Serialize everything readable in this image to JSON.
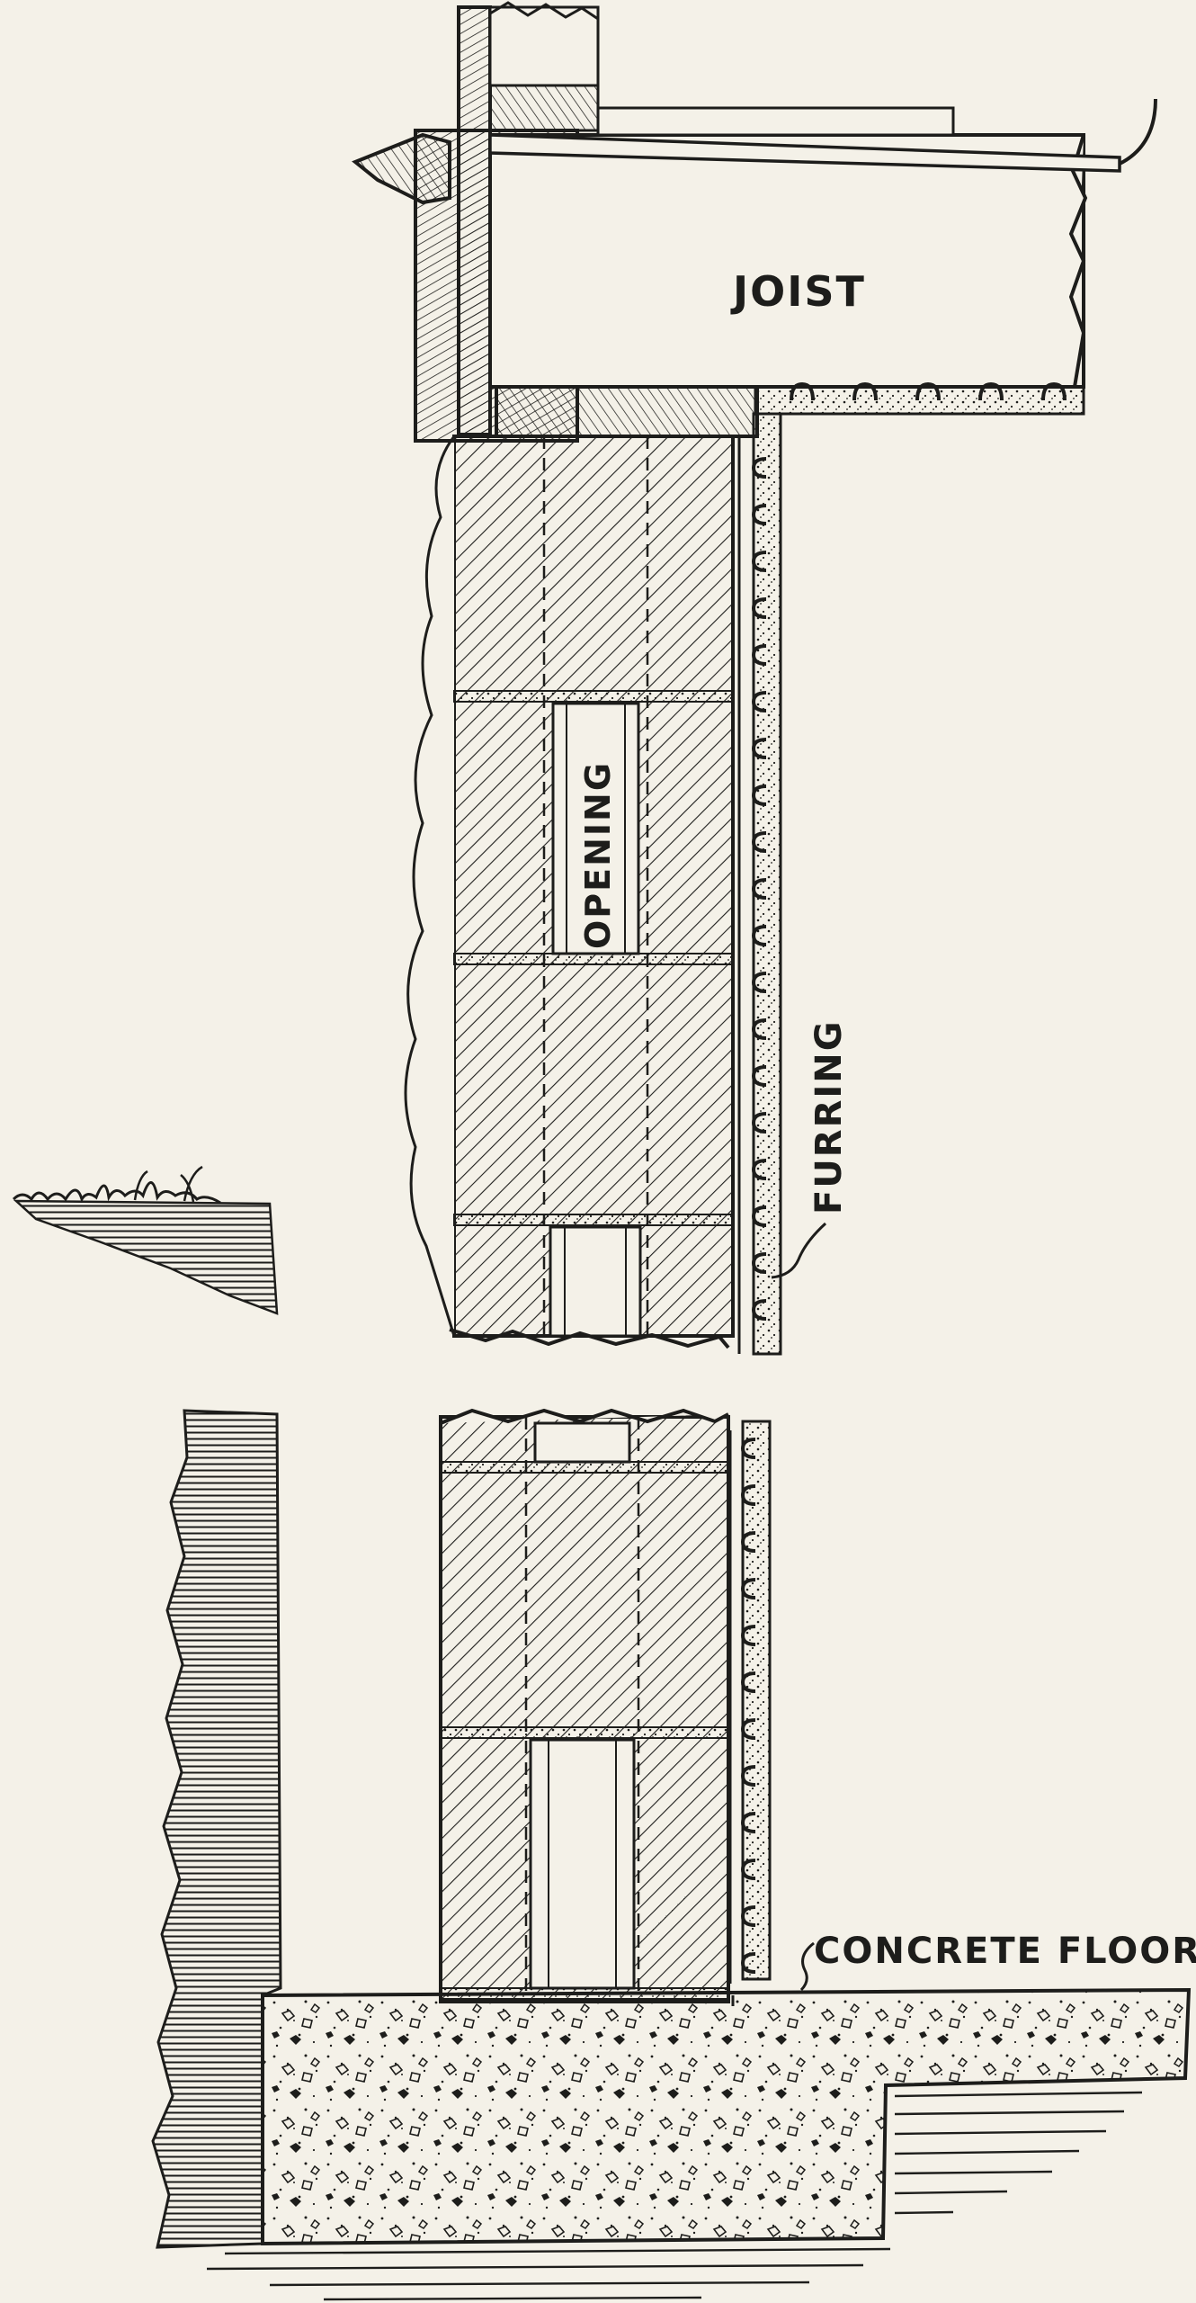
{
  "diagram": {
    "labels": {
      "joist": "Joist",
      "opening": "Opening",
      "furring": "Furring",
      "concrete_floor": "Concrete Floor"
    },
    "colors": {
      "ink": "#1d1d1b",
      "paper": "#f4f1e8"
    }
  }
}
